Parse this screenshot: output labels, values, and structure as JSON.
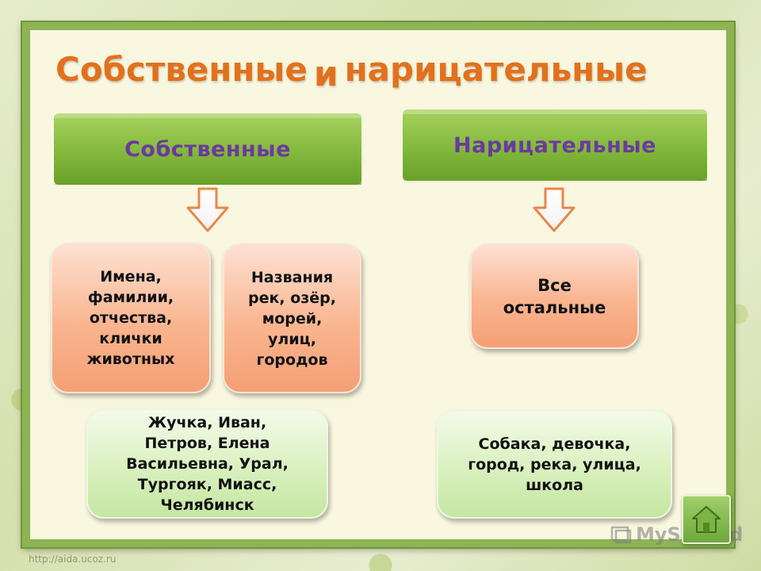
{
  "title": {
    "part1": "Собственные",
    "part2": "и",
    "part3": "нарицательные"
  },
  "headers": {
    "proper": "Собственные",
    "common": "Нарицательные"
  },
  "proper_categories": {
    "names": [
      "Имена,",
      "фамилии,",
      "отчества,",
      "клички",
      "животных"
    ],
    "places": [
      "Названия",
      "рек, озёр,",
      "морей,",
      "улиц,",
      "городов"
    ]
  },
  "common_categories": {
    "rest": [
      "Все",
      "остальные"
    ]
  },
  "examples": {
    "proper": [
      "Жучка, Иван,",
      "Петров, Елена",
      "Васильевна, Урал,",
      "Тургояк, Миасс,",
      "Челябинск"
    ],
    "common": [
      "Собака, девочка,",
      "город, река, улица,",
      "школа"
    ]
  },
  "watermark": "MyShared",
  "url": "http://aida.ucoz.ru",
  "colors": {
    "title": "#e2711d",
    "header_text": "#6a3a9e",
    "header_bg": "#82b83b",
    "orange_box": "#f9b58f",
    "green_box": "#d9f0be",
    "frame": "#8db355"
  },
  "icons": {
    "arrow": "down-arrow-icon",
    "home": "home-icon"
  }
}
